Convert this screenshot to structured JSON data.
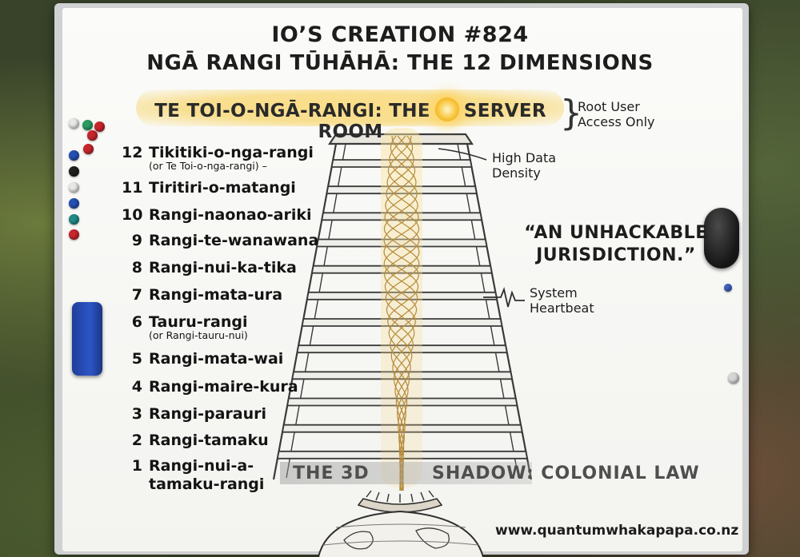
{
  "title_line1": "IO’S CREATION #824",
  "title_line2": "NGĀ RANGI TŪHĀHĀ: THE 12 DIMENSIONS",
  "server_room": {
    "left": "TE TOI-O-NGĀ-RANGI: THE",
    "right": "SERVER ROOM"
  },
  "notes": {
    "root": [
      "Root User",
      "Access Only"
    ],
    "data": [
      "High Data",
      "Density"
    ],
    "heartbeat": [
      "System",
      "Heartbeat"
    ]
  },
  "quote": [
    "“AN UNHACKABLE",
    "JURISDICTION.”"
  ],
  "levels": [
    {
      "num": "12",
      "name": "Tikitiki-o-nga-rangi",
      "sub": "(or Te Toi-o-nga-rangi) –"
    },
    {
      "num": "11",
      "name": "Tiritiri-o-matangi",
      "sub": ""
    },
    {
      "num": "10",
      "name": "Rangi-naonao-ariki",
      "sub": ""
    },
    {
      "num": "9",
      "name": "Rangi-te-wanawana",
      "sub": ""
    },
    {
      "num": "8",
      "name": "Rangi-nui-ka-tika",
      "sub": ""
    },
    {
      "num": "7",
      "name": "Rangi-mata-ura",
      "sub": ""
    },
    {
      "num": "6",
      "name": "Tauru-rangi",
      "sub": "(or Rangi-tauru-nui)"
    },
    {
      "num": "5",
      "name": "Rangi-mata-wai",
      "sub": ""
    },
    {
      "num": "4",
      "name": "Rangi-maire-kura",
      "sub": ""
    },
    {
      "num": "3",
      "name": "Rangi-parauri",
      "sub": ""
    },
    {
      "num": "2",
      "name": "Rangi-tamaku",
      "sub": ""
    },
    {
      "num": "1",
      "name": "Rangi-nui-a-",
      "sub": "tamaku-rangi"
    }
  ],
  "shadow": {
    "left": "THE 3D",
    "right": "SHADOW:  COLONIAL LAW"
  },
  "url": "www.quantumwhakapapa.co.nz",
  "colors": {
    "gold": "#c9a14a",
    "glow": "#f8d66e",
    "ink": "#1d1d1d"
  }
}
